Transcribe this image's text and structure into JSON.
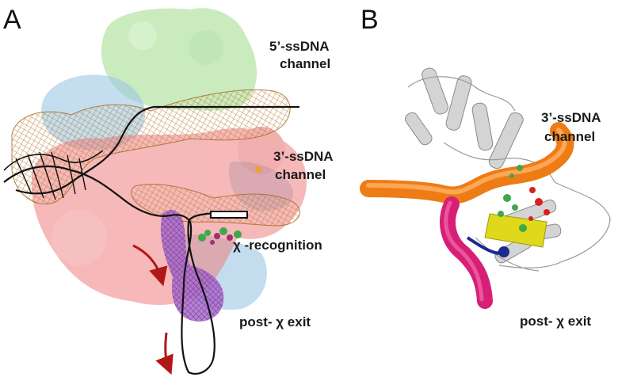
{
  "panels": {
    "a": {
      "letter": "A",
      "labels": {
        "five_prime": [
          "5’-ssDNA",
          "channel"
        ],
        "three_prime": [
          "3’-ssDNA",
          "channel"
        ],
        "chi_recognition": "χ -recognition",
        "post_chi_exit": "post- χ exit"
      }
    },
    "b": {
      "letter": "B",
      "labels": {
        "three_prime": [
          "3’-ssDNA",
          "channel"
        ],
        "post_chi_exit": "post- χ exit"
      }
    }
  },
  "colors": {
    "protein_green": "#9fdc8a",
    "protein_blue": "#9cc8e4",
    "protein_red": "#ef7f7f",
    "mesh_orange": "#c8893a",
    "dna_black": "#111111",
    "exit_purple": "#8a3fb0",
    "arrow_red": "#b01818",
    "tube_orange": "#ee7c14",
    "tube_magenta": "#d81f78",
    "helix_gray": "#cfcfcf",
    "sheet_yellow": "#e0d81a",
    "residue_red": "#d82020",
    "residue_green": "#3fa84a"
  }
}
